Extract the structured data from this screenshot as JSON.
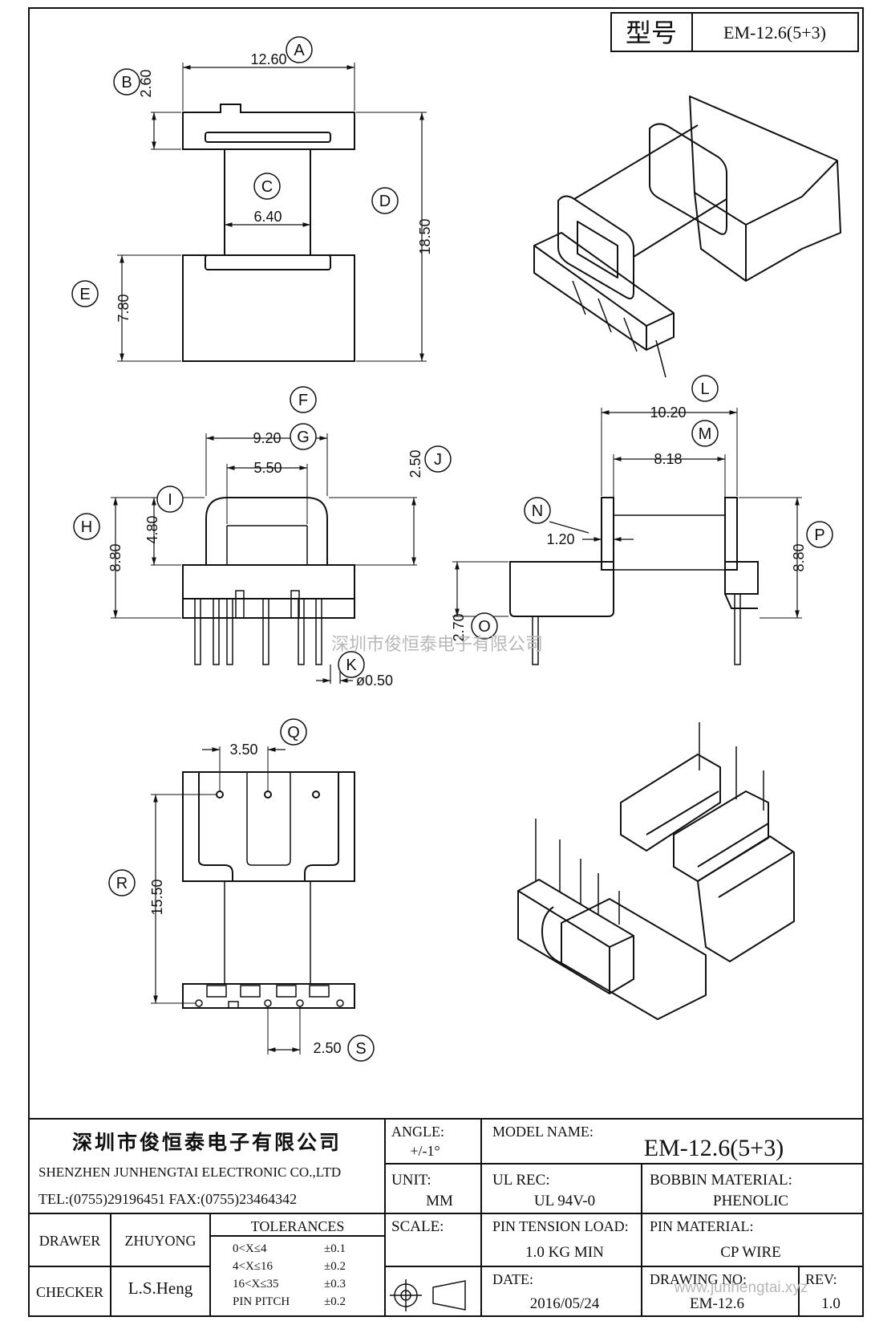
{
  "header": {
    "model_label": "型号",
    "model_value": "EM-12.6(5+3)"
  },
  "dims": {
    "A": "12.60",
    "B": "2.60",
    "C": "6.40",
    "D": "18.50",
    "E": "7.80",
    "F": "9.20",
    "G": "5.50",
    "H": "8.80",
    "I": "4.80",
    "J": "2.50",
    "K": "ø0.50",
    "L": "10.20",
    "M": "8.18",
    "N": "1.20",
    "O": "2.70",
    "P": "8.80",
    "Q": "3.50",
    "R": "15.50",
    "S": "2.50"
  },
  "bubbles": [
    "A",
    "B",
    "C",
    "D",
    "E",
    "F",
    "G",
    "H",
    "I",
    "J",
    "K",
    "L",
    "M",
    "N",
    "O",
    "P",
    "Q",
    "R",
    "S"
  ],
  "watermark": {
    "center": "深圳市俊恒泰电子有限公司",
    "corner": "www.junhengtai.xyz"
  },
  "title_block": {
    "company_cn": "深圳市俊恒泰电子有限公司",
    "company_en": "SHENZHEN JUNHENGTAI ELECTRONIC CO.,LTD",
    "contact": "TEL:(0755)29196451 FAX:(0755)23464342",
    "angle_label": "ANGLE:",
    "angle_value": "+/-1°",
    "model_name_label": "MODEL NAME:",
    "model_name_value": "EM-12.6(5+3)",
    "unit_label": "UNIT:",
    "unit_value": "MM",
    "ul_label": "UL REC:",
    "ul_value": "UL 94V-0",
    "bobbin_label": "BOBBIN MATERIAL:",
    "bobbin_value": "PHENOLIC",
    "drawer_label": "DRAWER",
    "drawer_value": "ZHUYONG",
    "checker_label": "CHECKER",
    "checker_value": "L.S.Heng",
    "tolerances_label": "TOLERANCES",
    "tolerances": [
      {
        "range": "0<X≤4",
        "tol": "±0.1"
      },
      {
        "range": "4<X≤16",
        "tol": "±0.2"
      },
      {
        "range": "16<X≤35",
        "tol": "±0.3"
      },
      {
        "range": "PIN PITCH",
        "tol": "±0.2"
      }
    ],
    "scale_label": "SCALE:",
    "pin_tension_label": "PIN TENSION LOAD:",
    "pin_tension_value": "1.0 KG MIN",
    "pin_material_label": "PIN MATERIAL:",
    "pin_material_value": "CP WIRE",
    "date_label": "DATE:",
    "date_value": "2016/05/24",
    "drawing_no_label": "DRAWING NO:",
    "drawing_no_value": "EM-12.6",
    "rev_label": "REV:",
    "rev_value": "1.0"
  }
}
